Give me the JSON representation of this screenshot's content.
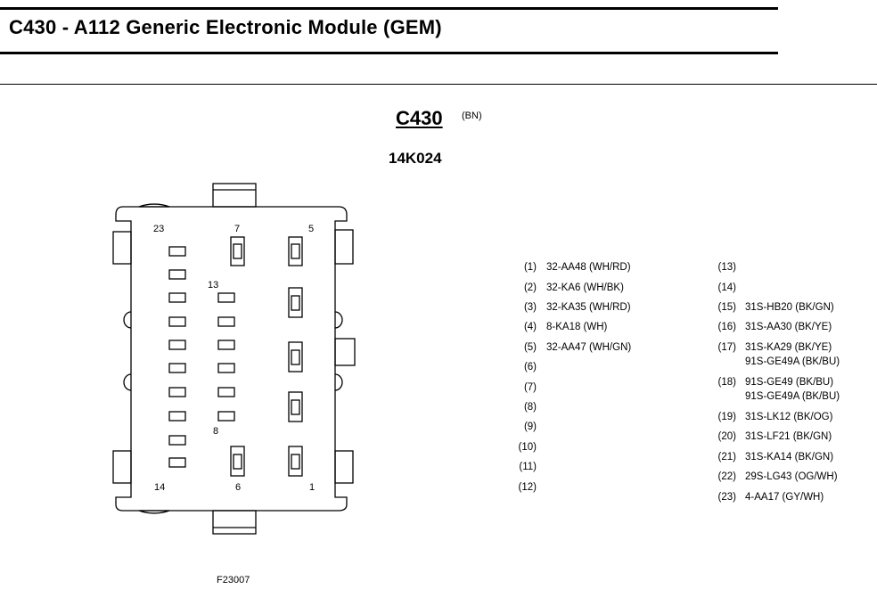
{
  "header": {
    "title": "C430 - A112 Generic Electronic Module (GEM)"
  },
  "connector": {
    "id": "C430",
    "color_code": "(BN)",
    "part_number": "14K024",
    "figure_id": "F23007",
    "face_labels": {
      "p23": "23",
      "p7": "7",
      "p5": "5",
      "p13": "13",
      "p8": "8",
      "p14": "14",
      "p6": "6",
      "p1": "1"
    }
  },
  "pinout": {
    "left": [
      {
        "pin": "(1)",
        "circuit": "32-AA48 (WH/RD)"
      },
      {
        "pin": "(2)",
        "circuit": "32-KA6 (WH/BK)"
      },
      {
        "pin": "(3)",
        "circuit": "32-KA35 (WH/RD)"
      },
      {
        "pin": "(4)",
        "circuit": "8-KA18 (WH)"
      },
      {
        "pin": "(5)",
        "circuit": "32-AA47 (WH/GN)"
      },
      {
        "pin": "(6)",
        "circuit": ""
      },
      {
        "pin": "(7)",
        "circuit": ""
      },
      {
        "pin": "(8)",
        "circuit": ""
      },
      {
        "pin": "(9)",
        "circuit": ""
      },
      {
        "pin": "(10)",
        "circuit": ""
      },
      {
        "pin": "(11)",
        "circuit": ""
      },
      {
        "pin": "(12)",
        "circuit": ""
      }
    ],
    "right": [
      {
        "pin": "(13)",
        "circuit": "",
        "circuit2": ""
      },
      {
        "pin": "(14)",
        "circuit": "",
        "circuit2": ""
      },
      {
        "pin": "(15)",
        "circuit": "31S-HB20 (BK/GN)",
        "circuit2": ""
      },
      {
        "pin": "(16)",
        "circuit": "31S-AA30 (BK/YE)",
        "circuit2": ""
      },
      {
        "pin": "(17)",
        "circuit": "31S-KA29 (BK/YE)",
        "circuit2": "91S-GE49A (BK/BU)"
      },
      {
        "pin": "(18)",
        "circuit": "91S-GE49 (BK/BU)",
        "circuit2": "91S-GE49A (BK/BU)"
      },
      {
        "pin": "(19)",
        "circuit": "31S-LK12 (BK/OG)",
        "circuit2": ""
      },
      {
        "pin": "(20)",
        "circuit": "31S-LF21 (BK/GN)",
        "circuit2": ""
      },
      {
        "pin": "(21)",
        "circuit": "31S-KA14 (BK/GN)",
        "circuit2": ""
      },
      {
        "pin": "(22)",
        "circuit": "29S-LG43 (OG/WH)",
        "circuit2": ""
      },
      {
        "pin": "(23)",
        "circuit": "4-AA17 (GY/WH)",
        "circuit2": ""
      }
    ]
  }
}
